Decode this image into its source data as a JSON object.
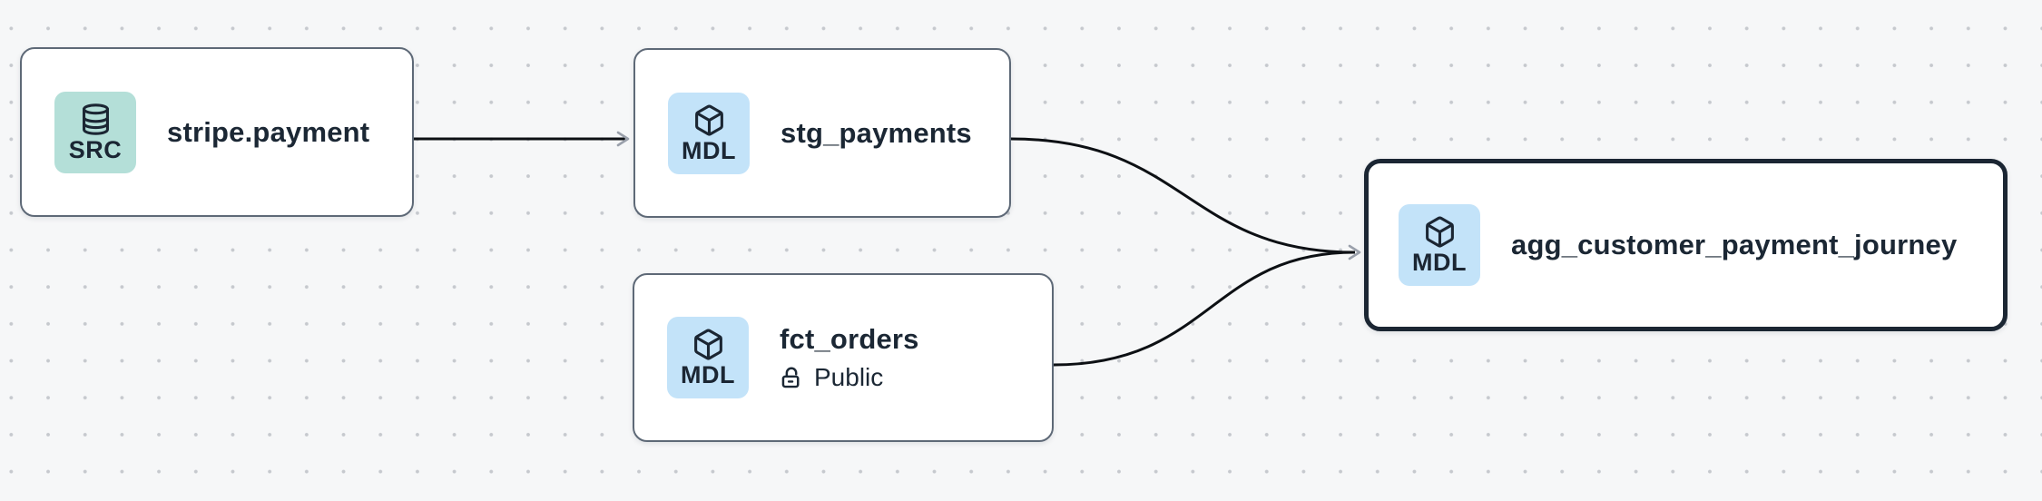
{
  "view": {
    "kind": "lineage-graph-canvas",
    "background_color": "#f6f7f8",
    "dot_grid_color": "#c6c9ce"
  },
  "colors": {
    "node_fill": "#ffffff",
    "node_border": "#5e6977",
    "selected_node_border": "#1b2633",
    "text": "#1b2734",
    "badge_source_bg": "#b4dfd8",
    "badge_model_bg": "#c3e3f9",
    "edge_stroke": "#0d1014",
    "arrowhead_stroke": "#9aa0ab"
  },
  "nodes": [
    {
      "id": "stripe.payment",
      "title": "stripe.payment",
      "badge_label": "SRC",
      "badge_icon": "database-icon",
      "selected": false
    },
    {
      "id": "stg_payments",
      "title": "stg_payments",
      "badge_label": "MDL",
      "badge_icon": "box-icon",
      "selected": false
    },
    {
      "id": "fct_orders",
      "title": "fct_orders",
      "subtitle": "Public",
      "subtitle_icon": "unlocked-padlock-icon",
      "badge_label": "MDL",
      "badge_icon": "box-icon",
      "selected": false
    },
    {
      "id": "agg_customer_payment_journey",
      "title": "agg_customer_payment_journey",
      "badge_label": "MDL",
      "badge_icon": "box-icon",
      "selected": true
    }
  ],
  "edges": [
    {
      "from": "stripe.payment",
      "to": "stg_payments"
    },
    {
      "from": "stg_payments",
      "to": "agg_customer_payment_journey"
    },
    {
      "from": "fct_orders",
      "to": "agg_customer_payment_journey"
    }
  ]
}
